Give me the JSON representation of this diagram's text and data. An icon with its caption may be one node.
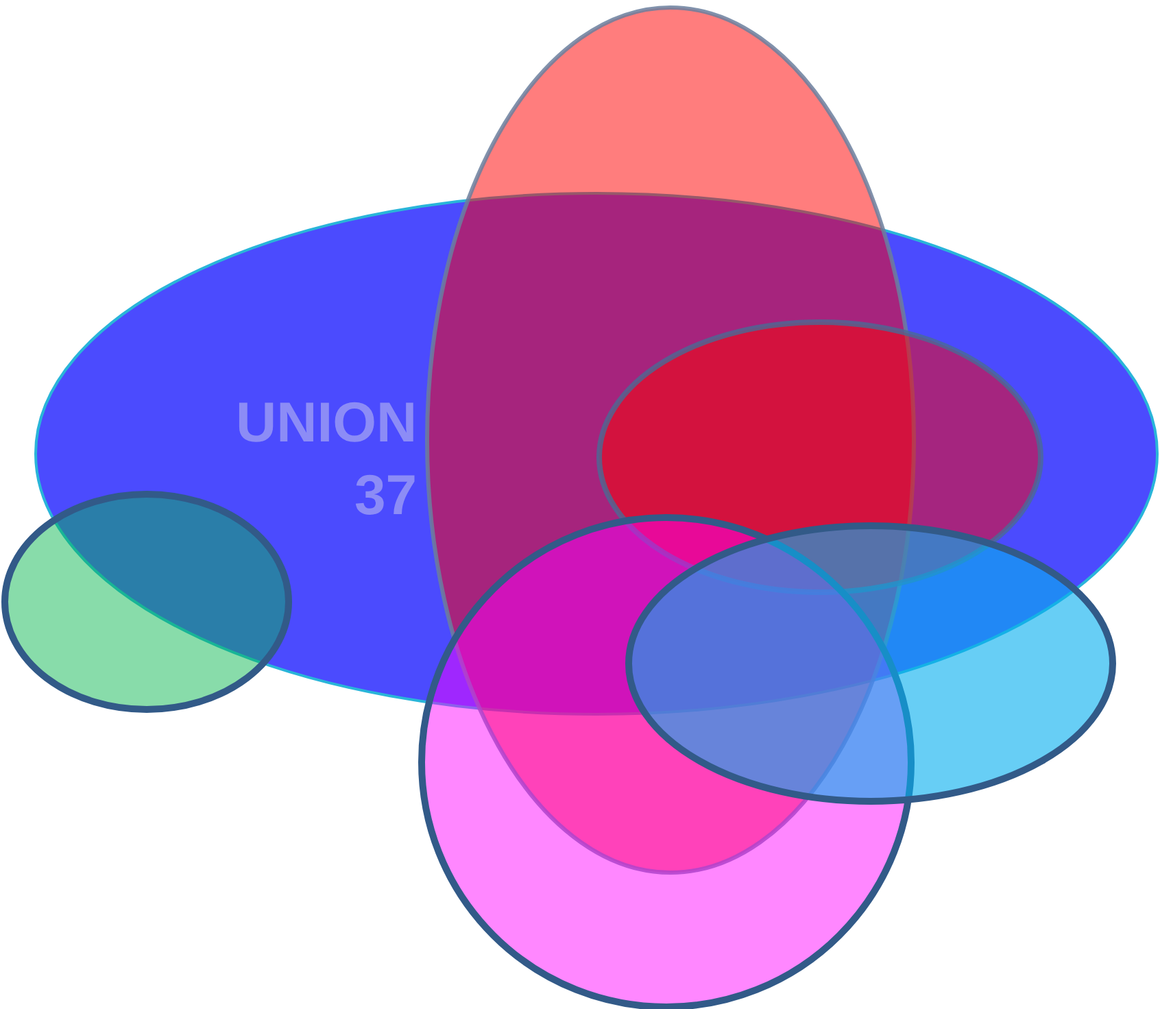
{
  "diagram": {
    "nodes": [
      {
        "text": [],
        "shape": "ellipse"
      },
      {
        "text": [
          "UNION 37"
        ]
      },
      {
        "text": [],
        "shape": "ellipse",
        "in": 1
      },
      {
        "text": [],
        "shape": "ellipse"
      },
      {
        "text": [],
        "shape": "circle"
      },
      {
        "text": [],
        "shape": "ellipse"
      }
    ]
  }
}
